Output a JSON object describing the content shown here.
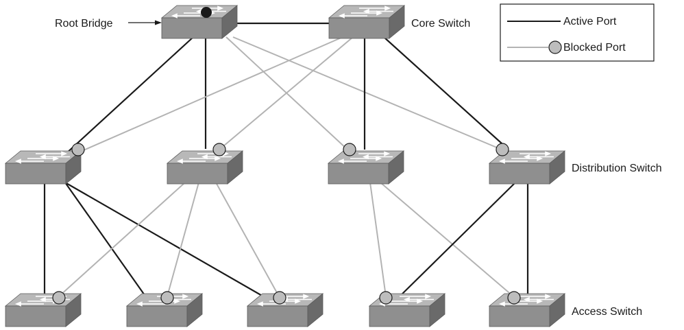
{
  "labels": {
    "root_bridge": "Root Bridge",
    "core_switch": "Core Switch",
    "distribution_switch": "Distribution Switch",
    "access_switch": "Access Switch"
  },
  "legend": {
    "active_port": "Active Port",
    "blocked_port": "Blocked Port"
  },
  "colors": {
    "active_link": "#1a1a1a",
    "blocked_link": "#b3b3b3",
    "blocked_port_fill": "#bdbdbd",
    "root_port_fill": "#1a1a1a",
    "switch_top": "#b8b8b8",
    "switch_front": "#8f8f8f",
    "switch_side": "#6a6a6a"
  },
  "switches": [
    {
      "id": "root",
      "tier": "core",
      "name": "Root Bridge"
    },
    {
      "id": "core",
      "tier": "core",
      "name": "Core Switch"
    },
    {
      "id": "d1",
      "tier": "distribution"
    },
    {
      "id": "d2",
      "tier": "distribution"
    },
    {
      "id": "d3",
      "tier": "distribution"
    },
    {
      "id": "d4",
      "tier": "distribution"
    },
    {
      "id": "a1",
      "tier": "access"
    },
    {
      "id": "a2",
      "tier": "access"
    },
    {
      "id": "a3",
      "tier": "access"
    },
    {
      "id": "a4",
      "tier": "access"
    },
    {
      "id": "a5",
      "tier": "access"
    }
  ],
  "links": [
    {
      "from": "root",
      "to": "core",
      "state": "active"
    },
    {
      "from": "root",
      "to": "d1",
      "state": "active"
    },
    {
      "from": "root",
      "to": "d2",
      "state": "active"
    },
    {
      "from": "root",
      "to": "d3",
      "state": "blocked"
    },
    {
      "from": "root",
      "to": "d4",
      "state": "blocked"
    },
    {
      "from": "core",
      "to": "d1",
      "state": "blocked"
    },
    {
      "from": "core",
      "to": "d2",
      "state": "blocked"
    },
    {
      "from": "core",
      "to": "d3",
      "state": "active"
    },
    {
      "from": "core",
      "to": "d4",
      "state": "active"
    },
    {
      "from": "d1",
      "to": "a1",
      "state": "active"
    },
    {
      "from": "d1",
      "to": "a2",
      "state": "active"
    },
    {
      "from": "d1",
      "to": "a3",
      "state": "active"
    },
    {
      "from": "d2",
      "to": "a1",
      "state": "blocked"
    },
    {
      "from": "d2",
      "to": "a2",
      "state": "blocked"
    },
    {
      "from": "d2",
      "to": "a3",
      "state": "blocked"
    },
    {
      "from": "d3",
      "to": "a4",
      "state": "blocked"
    },
    {
      "from": "d3",
      "to": "a5",
      "state": "blocked"
    },
    {
      "from": "d4",
      "to": "a4",
      "state": "active"
    },
    {
      "from": "d4",
      "to": "a5",
      "state": "active"
    }
  ]
}
